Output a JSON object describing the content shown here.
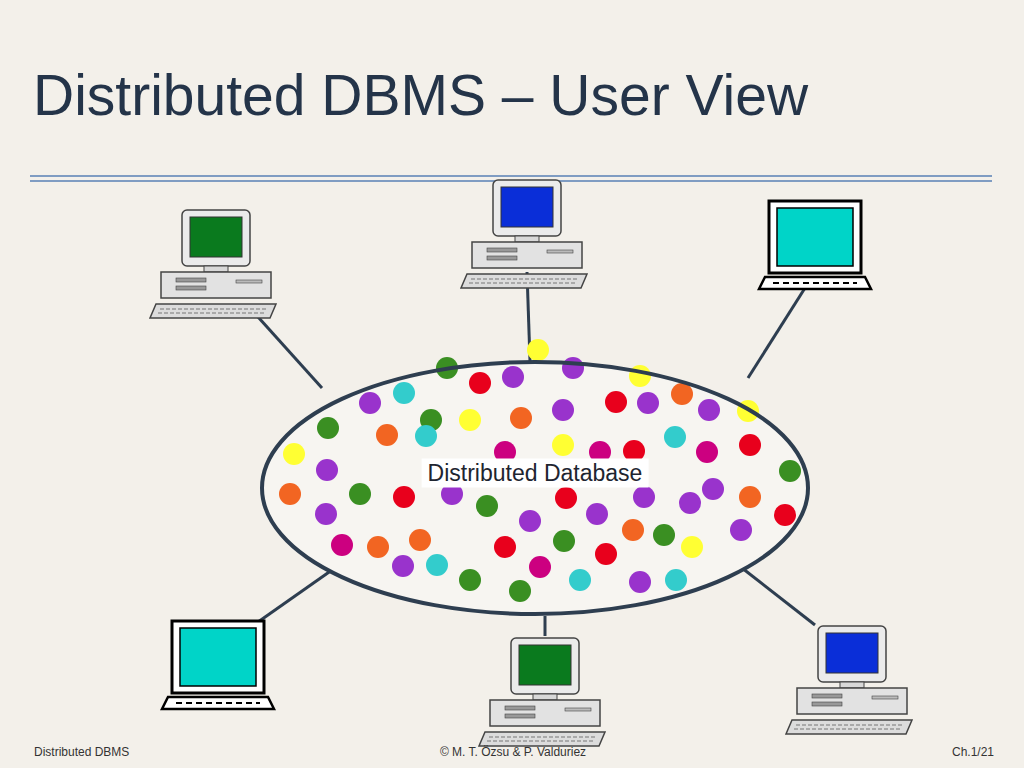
{
  "diagram": {
    "title": "Distributed DBMS – User View",
    "nodes": [
      {
        "text": [
          "Distributed Database"
        ]
      }
    ],
    "labels": [
      "Distributed DBMS",
      "© M. T. Özsu & P. Valduriez",
      "Ch.1/21"
    ]
  }
}
